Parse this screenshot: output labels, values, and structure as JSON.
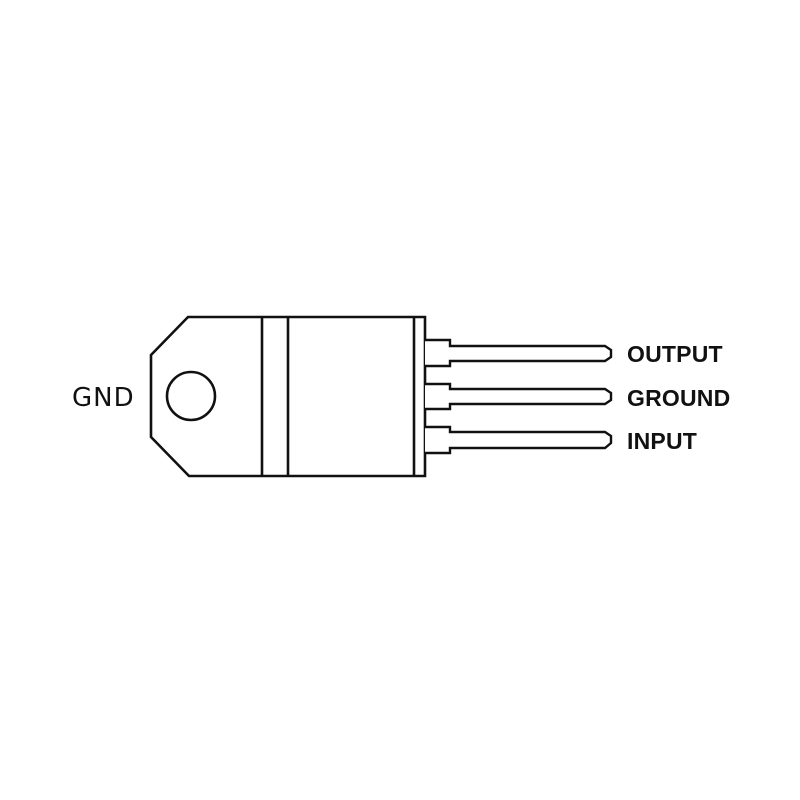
{
  "diagram": {
    "type": "TO-220 package outline",
    "colors": {
      "stroke": "#111111",
      "background": "#ffffff"
    },
    "tab_label": "GND",
    "pins": [
      {
        "index": 1,
        "label": "OUTPUT"
      },
      {
        "index": 2,
        "label": "GROUND"
      },
      {
        "index": 3,
        "label": "INPUT"
      }
    ]
  }
}
